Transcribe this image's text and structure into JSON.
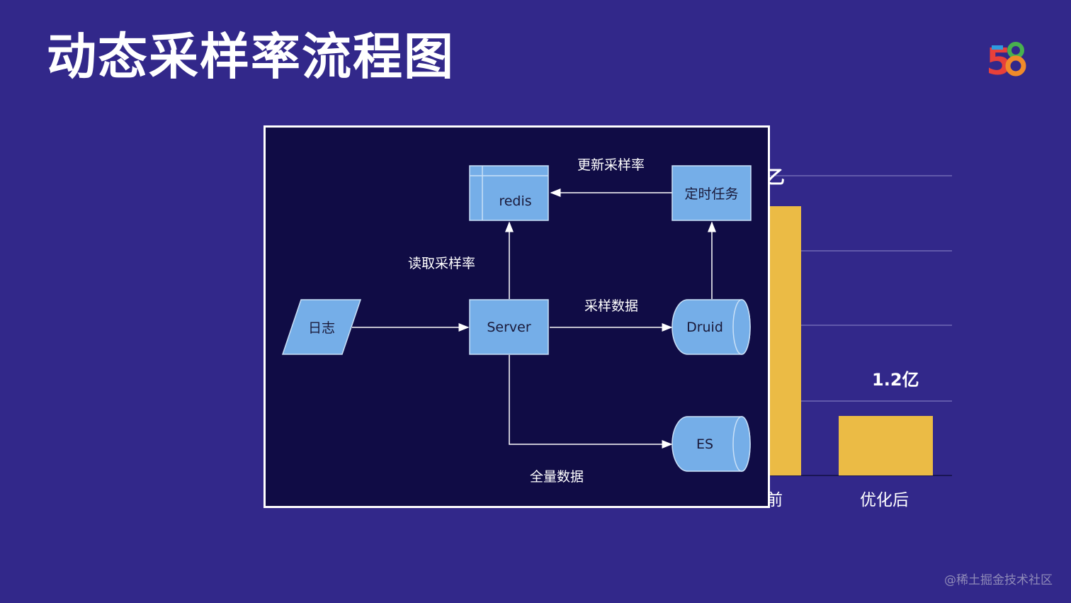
{
  "slide": {
    "title": "动态采样率流程图",
    "watermark": "@稀土掘金技术社区",
    "logo_text": "58"
  },
  "colors": {
    "background": "#32288a",
    "panel": "#100c45",
    "node_fill": "#75aee8",
    "bar": "#ebbb45",
    "logo_5": "#e8403a",
    "logo_8a": "#2f9be0",
    "logo_8b": "#f08a2a",
    "logo_8c": "#48b04f"
  },
  "diagram": {
    "nodes": {
      "redis": "redis",
      "timer": "定时任务",
      "log": "日志",
      "server": "Server",
      "druid": "Druid",
      "es": "ES"
    },
    "edges": {
      "update_rate": "更新采样率",
      "read_rate": "读取采样率",
      "sample_data": "采样数据",
      "full_data": "全量数据"
    }
  },
  "background_chart": {
    "visible_labels": {
      "top_partial": "乙",
      "after_value": "1.2亿",
      "before_partial": "前",
      "after_category": "优化后"
    }
  }
}
